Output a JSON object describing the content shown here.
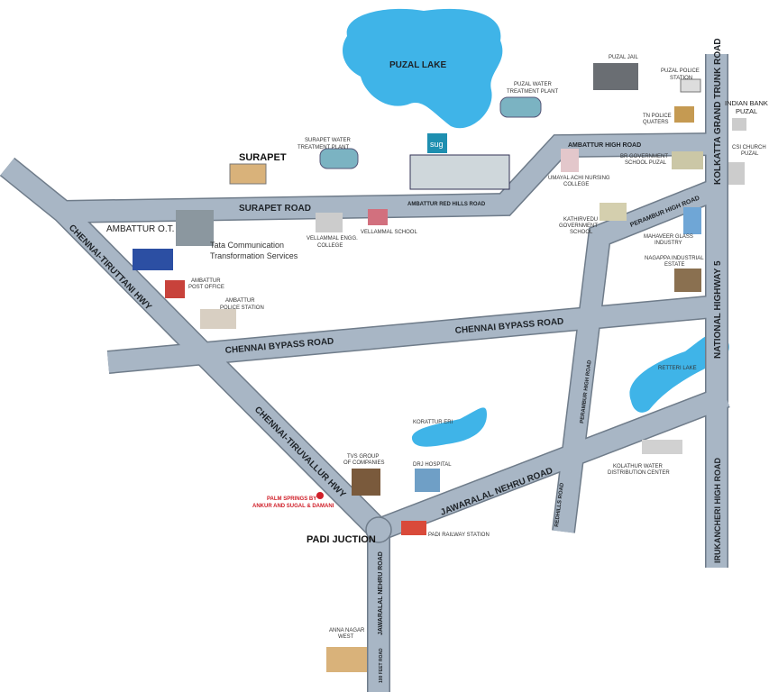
{
  "colors": {
    "road": "#a8b6c5",
    "road_edge": "#6f7c8a",
    "water": "#3fb4e8",
    "project_marker": "#d0202a"
  },
  "lakes": {
    "puzal": "PUZAL LAKE",
    "retteri": "RETTERI LAKE",
    "korattur": "KORATTUR ERI"
  },
  "roads": {
    "surapet": "SURAPET ROAD",
    "red_hills": "AMBATTUR RED HILLS ROAD",
    "ambattur_high": "AMBATTUR HIGH ROAD",
    "kolkatta": "KOLKATTA GRAND TRUNK ROAD",
    "nh5": "NATIONAL HIGHWAY 5",
    "irukancheri": "IRUKANCHERI HIGH ROAD",
    "perambur": "PERAMBUR HIGH ROAD",
    "perambur_v": "PERAMBUR HIGH ROAD",
    "bypass_left": "CHENNAI BYPASS ROAD",
    "bypass_right": "CHENNAI BYPASS ROAD",
    "tiruttani": "CHENNAI-TIRUTTANI HWY",
    "tiruvallur": "CHENNAI-TIRUVALLUR HWY",
    "jnr": "JAWARALAL NEHRU ROAD",
    "jnr_v": "JAWARALAL NEHRU ROAD",
    "redhills_v": "REDHILLS ROAD",
    "feet100": "100 FEET ROAD"
  },
  "places": {
    "surapet": "SURAPET",
    "ambattur_ot": "AMBATTUR O.T.",
    "padi": "PADI JUCTION",
    "tata": [
      "Tata Communication",
      "Transformation Services"
    ],
    "surapet_wtp": [
      "SURAPET WATER",
      "TREATMENT PLANT"
    ],
    "puzal_wtp": [
      "PUZAL WATER",
      "TREATMENT PLANT"
    ],
    "puzal_jail": "PUZAL JAIL",
    "puzal_police": [
      "PUZAL POLICE",
      "STATION"
    ],
    "tn_police": [
      "TN POLICE",
      "QUATERS"
    ],
    "indian_bank": [
      "INDIAN BANK",
      "PUZAL"
    ],
    "csi_church": [
      "CSI CHURCH",
      "PUZAL"
    ],
    "br_school": [
      "BR GOVERNMENT",
      "SCHOOL PUZAL"
    ],
    "umayal": [
      "UMAYAL ACHI NURSING",
      "COLLEGE"
    ],
    "kathirvedu": [
      "KATHIRVEDU",
      "GOVERNMENT",
      "SCHOOL"
    ],
    "mahaveer": [
      "MAHAVEER GLASS",
      "INDUSTRY"
    ],
    "nagappa": [
      "NAGAPPA INDUSTRIAL",
      "ESTATE"
    ],
    "vellammal_engg": [
      "VELLAMMAL ENGG.",
      "COLLEGE"
    ],
    "vellammal_school": "VELLAMMAL SCHOOL",
    "ambattur_po": [
      "AMBATTUR",
      "POST OFFICE"
    ],
    "ambattur_ps": [
      "AMBATTUR",
      "POLICE STATION"
    ],
    "tvs": [
      "TVS GROUP",
      "OF COMPANIES"
    ],
    "dru": "DRJ HOSPITAL",
    "kolathur": [
      "KOLATHUR WATER",
      "DISTRIBUTION CENTER"
    ],
    "padi_rly": "PADI RAILWAY STATION",
    "anna_nagar": [
      "ANNA NAGAR",
      "WEST"
    ],
    "project": [
      "PALM SPRINGS BY",
      "ANKUR AND SUGAL & DAMANI"
    ]
  },
  "logo_text": "sug"
}
